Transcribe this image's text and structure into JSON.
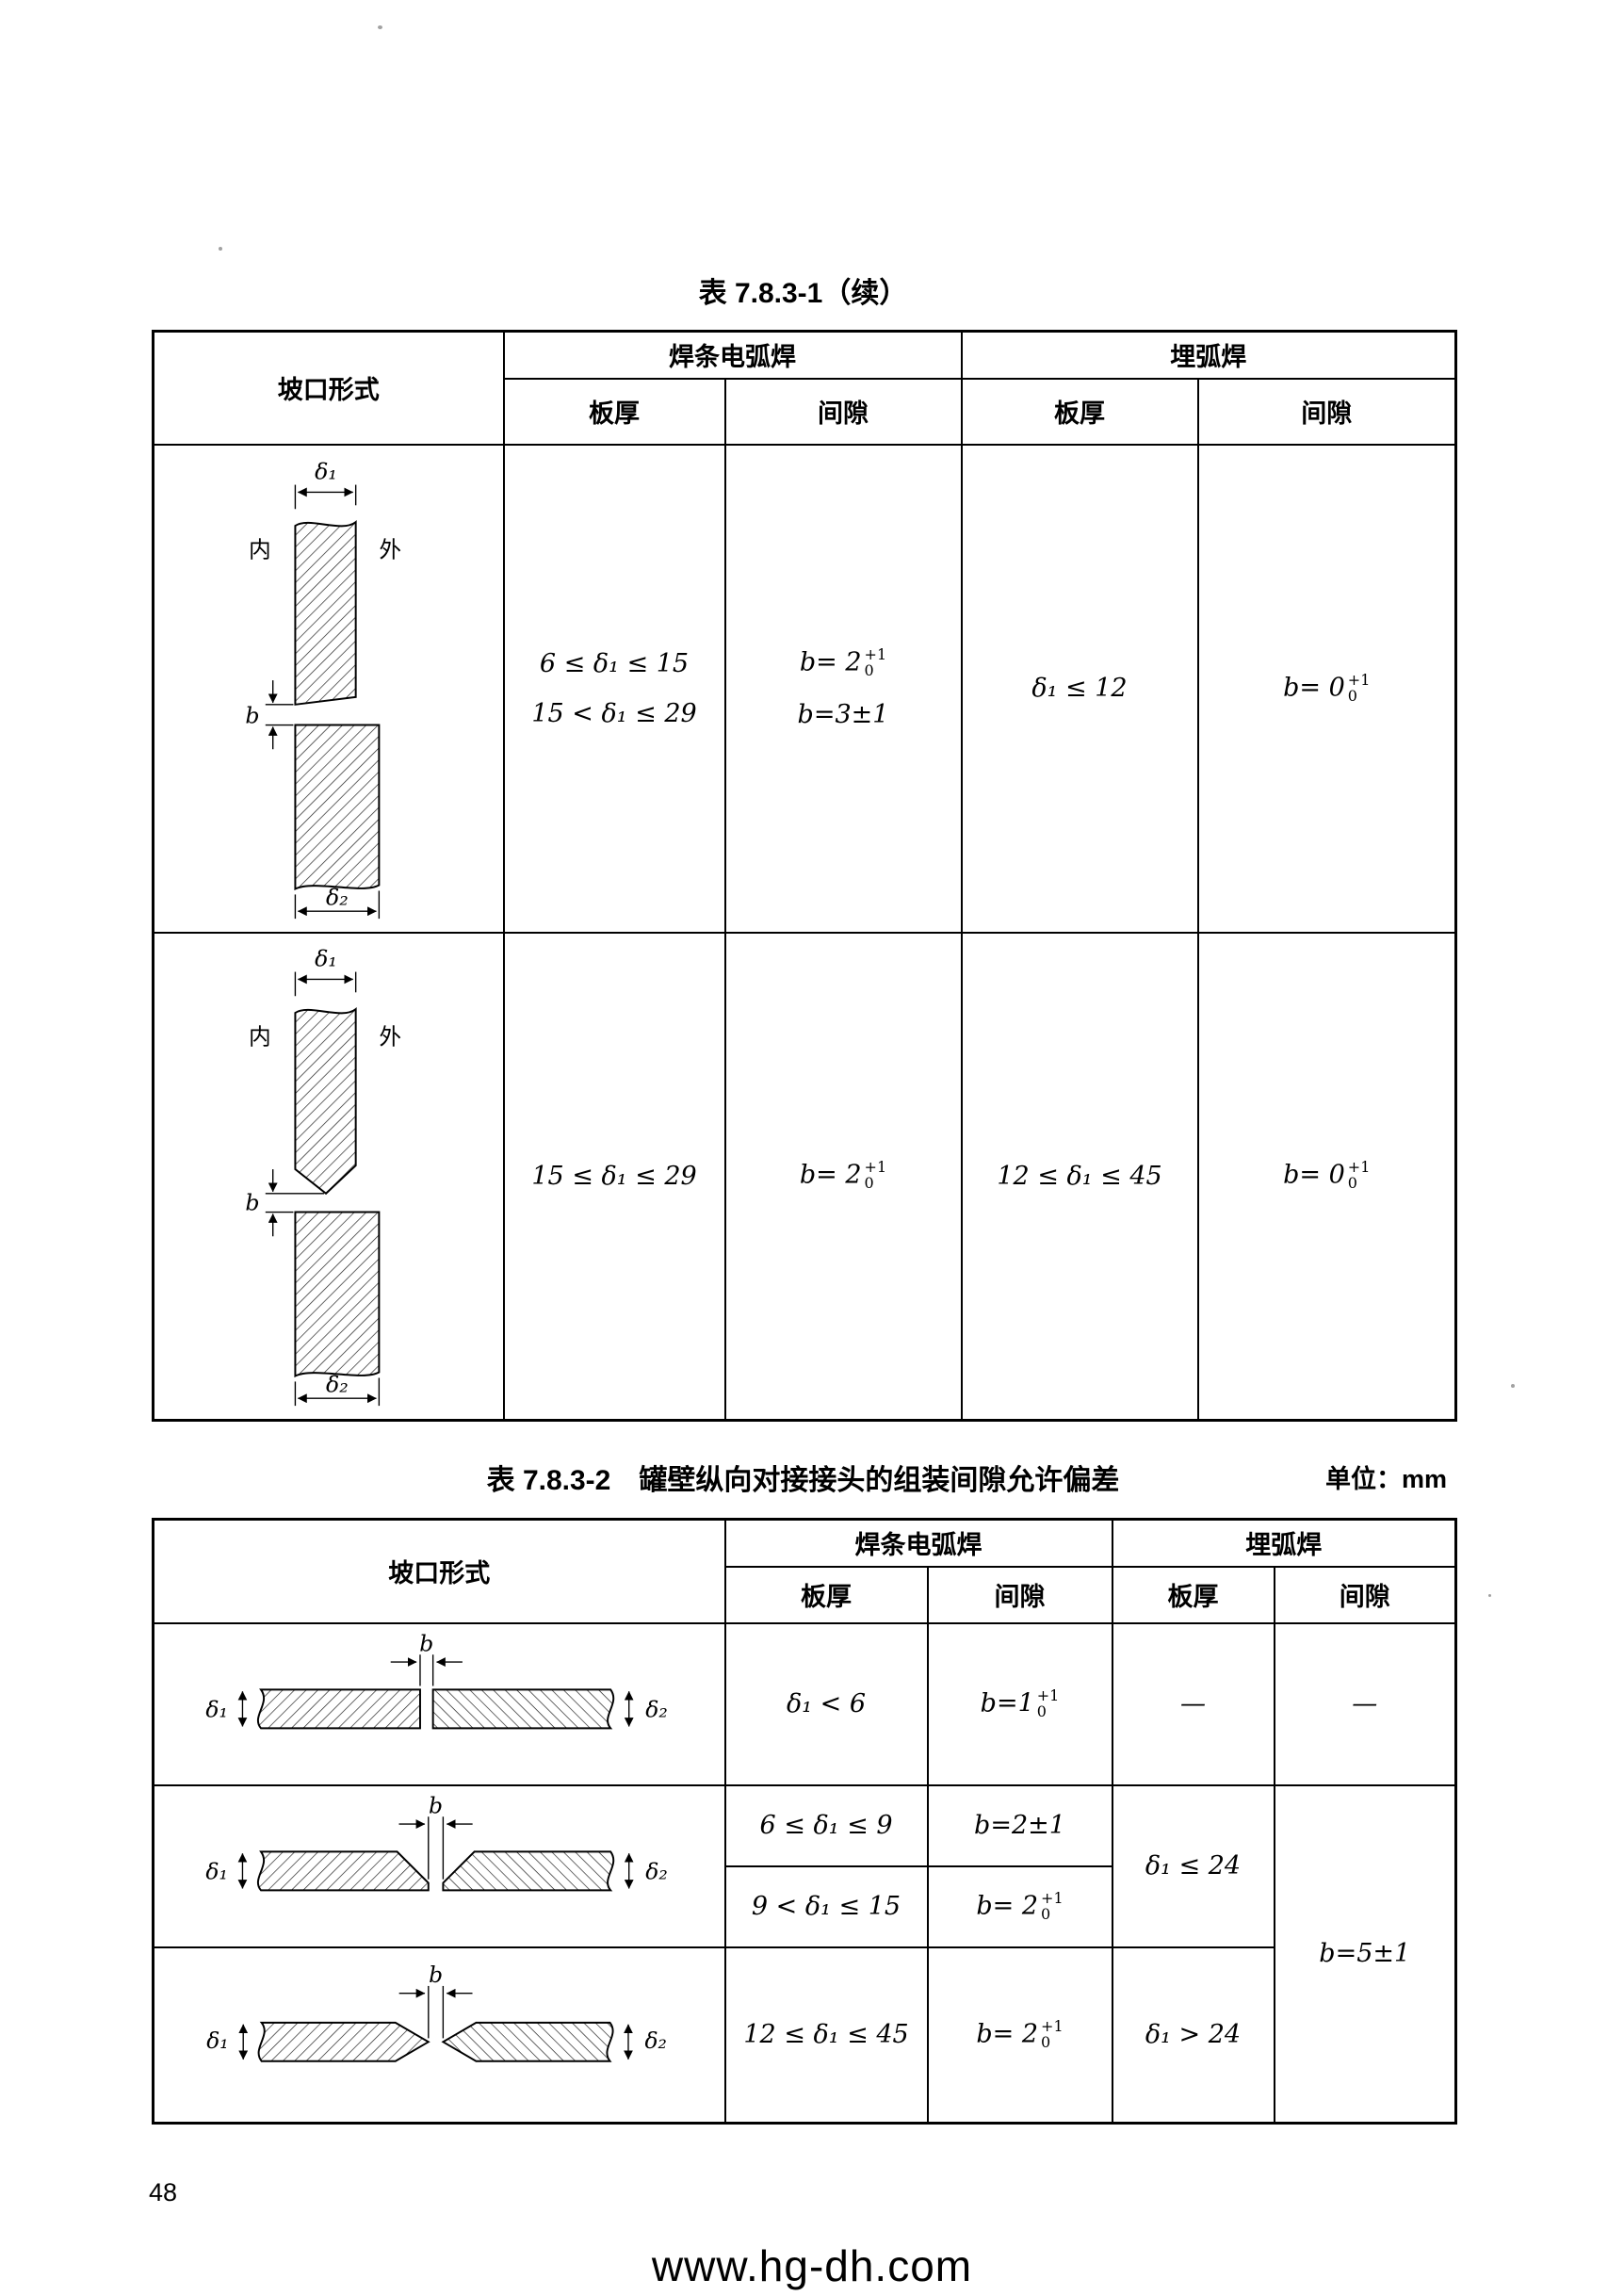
{
  "page": {
    "number": "48",
    "footer_url": "www.hg-dh.com"
  },
  "labels": {
    "d1": "δ₁",
    "d2": "δ₂",
    "b": "b",
    "inner": "内",
    "outer": "外"
  },
  "table1": {
    "title": "表 7.8.3-1（续）",
    "headers": {
      "groove": "坡口形式",
      "smaw": "焊条电弧焊",
      "saw": "埋弧焊",
      "thickness": "板厚",
      "gap": "间隙"
    },
    "rows": [
      {
        "smaw_thickness_1": "6 ≤ δ₁ ≤ 15",
        "smaw_thickness_2": "15 < δ₁ ≤ 29",
        "smaw_gap_base": "b= 2",
        "smaw_gap_sup": "+1",
        "smaw_gap_sub": "0",
        "smaw_gap_2": "b=3±1",
        "saw_thickness": "δ₁ ≤ 12",
        "saw_gap_base": "b= 0",
        "saw_gap_sup": "+1",
        "saw_gap_sub": "0"
      },
      {
        "smaw_thickness_1": "15 ≤ δ₁ ≤ 29",
        "smaw_gap_base": "b= 2",
        "smaw_gap_sup": "+1",
        "smaw_gap_sub": "0",
        "saw_thickness": "12 ≤ δ₁ ≤ 45",
        "saw_gap_base": "b= 0",
        "saw_gap_sup": "+1",
        "saw_gap_sub": "0"
      }
    ]
  },
  "table2": {
    "title": "表 7.8.3-2　罐壁纵向对接接头的组装间隙允许偏差",
    "unit": "单位：mm",
    "headers": {
      "groove": "坡口形式",
      "smaw": "焊条电弧焊",
      "saw": "埋弧焊",
      "thickness": "板厚",
      "gap": "间隙"
    },
    "row1": {
      "smaw_thickness": "δ₁ < 6",
      "smaw_gap_base": "b=1",
      "smaw_gap_sup": "+1",
      "smaw_gap_sub": "0",
      "saw_thickness": "—",
      "saw_gap": "—"
    },
    "row2a": {
      "smaw_thickness": "6 ≤ δ₁ ≤ 9",
      "smaw_gap": "b=2±1"
    },
    "row2b": {
      "smaw_thickness": "9 < δ₁ ≤ 15",
      "smaw_gap_base": "b= 2",
      "smaw_gap_sup": "+1",
      "smaw_gap_sub": "0"
    },
    "row2_saw_thickness": "δ₁ ≤ 24",
    "row3": {
      "smaw_thickness": "12 ≤ δ₁ ≤ 45",
      "smaw_gap_base": "b= 2",
      "smaw_gap_sup": "+1",
      "smaw_gap_sub": "0",
      "saw_thickness": "δ₁ > 24"
    },
    "saw_gap_rows23": "b=5±1"
  }
}
